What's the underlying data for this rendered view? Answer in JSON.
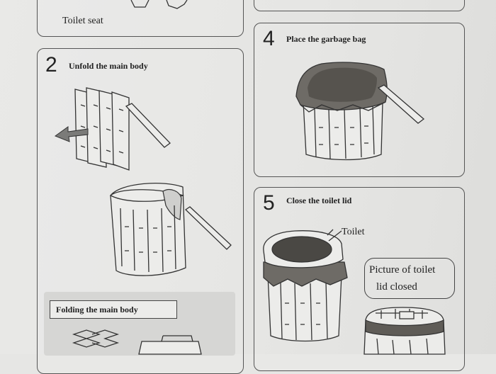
{
  "panels": {
    "top_left": {
      "label": "Toilet seat"
    },
    "step2": {
      "number": "2",
      "title": "Unfold the main body"
    },
    "step4": {
      "number": "4",
      "title": "Place the garbage bag"
    },
    "step5": {
      "number": "5",
      "title": "Close the toilet lid",
      "toilet_label": "Toilet",
      "callout_line1": "Picture of toilet",
      "callout_line2": "lid closed"
    },
    "folding": {
      "title": "Folding the main body"
    }
  },
  "colors": {
    "paper": "#e6e6e4",
    "bag": "#6e6b66",
    "ink": "#222222"
  },
  "icons": {
    "arrow": "left-arrow-icon"
  }
}
